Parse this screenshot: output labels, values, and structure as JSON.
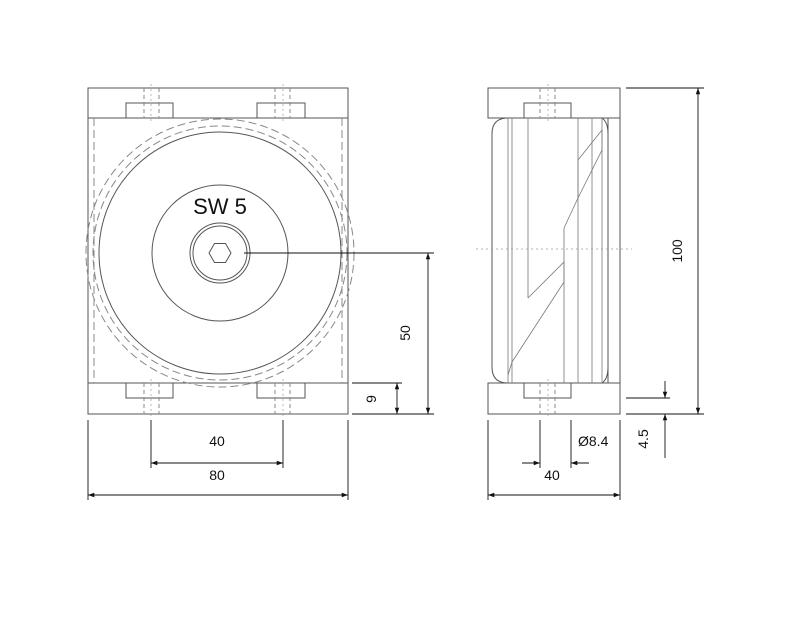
{
  "wrench_label": "SW 5",
  "front_view": {
    "dim_hole_spacing": "40",
    "dim_width": "80",
    "dim_center_height": "50",
    "dim_flange": "9"
  },
  "side_view": {
    "dim_height": "100",
    "dim_bore": "Ø8.4",
    "dim_hole_spacing": "40",
    "dim_offset": "4.5"
  }
}
